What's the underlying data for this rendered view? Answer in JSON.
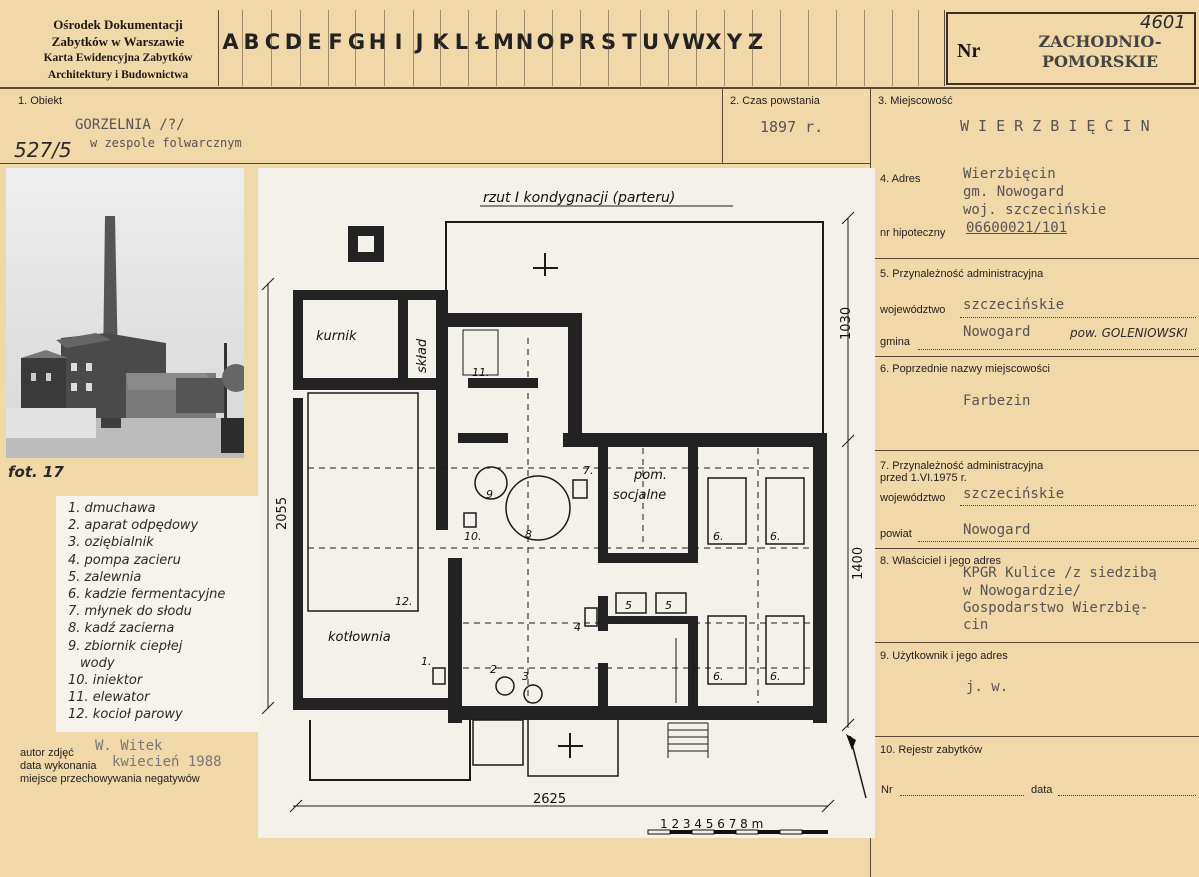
{
  "header": {
    "institution_lines": [
      "Ośrodek Dokumentacji",
      "Zabytków w Warszawie",
      "Karta Ewidencyjna Zabytków",
      "Architektury i Budownictwa"
    ],
    "letters": [
      "A",
      "B",
      "C",
      "D",
      "E",
      "F",
      "G",
      "H",
      "I",
      "J",
      "K",
      "L",
      "Ł",
      "M",
      "N",
      "O",
      "P",
      "R",
      "S",
      "T",
      "U",
      "V",
      "W",
      "X",
      "Y",
      "Z"
    ],
    "nr_label": "Nr",
    "region_line1": "ZACHODNIO-",
    "region_line2": "POMORSKIE",
    "handwritten_number": "4601"
  },
  "fields": {
    "obiekt_label": "1. Obiekt",
    "obiekt_value_line1": "GORZELNIA /?/",
    "obiekt_value_line2": "w zespole folwarcznym",
    "obiekt_hand": "527/5",
    "czas_label": "2. Czas powstania",
    "czas_value": "1897 r.",
    "miejsc_label": "3. Miejscowość",
    "miejsc_value": "W I E R Z B I Ę C I N",
    "adres_label": "4. Adres",
    "adres_line1": "Wierzbięcin",
    "adres_line2": "gm. Nowogard",
    "adres_line3": "woj. szczecińskie",
    "hipoteczny_label": "nr hipoteczny",
    "hipoteczny_value": "06600021/101",
    "przyn_label": "5. Przynależność administracyjna",
    "woj_label": "województwo",
    "woj_value": "szczecińskie",
    "gmina_label": "gmina",
    "gmina_value": "Nowogard",
    "gmina_hand": "pow. GOLENIOWSKI",
    "poprz_label": "6. Poprzednie nazwy miejscowości",
    "poprz_value": "Farbezin",
    "przyn75_label_line1": "7. Przynależność administracyjna",
    "przyn75_label_line2": "przed 1.VI.1975 r.",
    "woj75_label": "województwo",
    "woj75_value": "szczecińskie",
    "powiat_label": "powiat",
    "powiat_value": "Nowogard",
    "wlasc_label": "8. Właściciel i jego adres",
    "wlasc_line1": "KPGR Kulice /z siedzibą",
    "wlasc_line2": "w Nowogardzie/",
    "wlasc_line3": "Gospodarstwo Wierzbię-",
    "wlasc_line4": "cin",
    "uzyt_label": "9. Użytkownik i jego adres",
    "uzyt_value": "j. w.",
    "rejestr_label": "10. Rejestr zabytków",
    "nr_label": "Nr",
    "data_label": "data"
  },
  "photo": {
    "caption_hand": "fot. 17",
    "author_label": "autor zdjęć",
    "author_value": "W. Witek",
    "date_label": "data wykonania",
    "date_value": "kwiecień 1988",
    "negatives_label": "miejsce przechowywania negatywów"
  },
  "plan": {
    "title": "rzut I kondygnacji (parteru)",
    "dim_top": "1030",
    "dim_left": "2055",
    "dim_right": "1400",
    "dim_bottom": "2625",
    "scale_label": "1 2 3 4 5 6 7 8 m",
    "rooms": {
      "kurnik": "kurnik",
      "sklad": "skład",
      "kotlownia": "kotłownia",
      "pom_line1": "pom.",
      "pom_line2": "socjalne"
    },
    "numbers": [
      "1.",
      "2",
      "3",
      "4",
      "5",
      "5",
      "6.",
      "6.",
      "6.",
      "6.",
      "7.",
      "8",
      "9",
      "10.",
      "11.",
      "12."
    ]
  },
  "legend": [
    "1. dmuchawa",
    "2. aparat odpędowy",
    "3. oziębialnik",
    "4. pompa zacieru",
    "5. zalewnia",
    "6. kadzie fermentacyjne",
    "7. młynek do słodu",
    "8. kadź zacierna",
    "9. zbiornik ciepłej",
    "wody",
    "10. iniektor",
    "11. elewator",
    "12. kocioł parowy"
  ]
}
